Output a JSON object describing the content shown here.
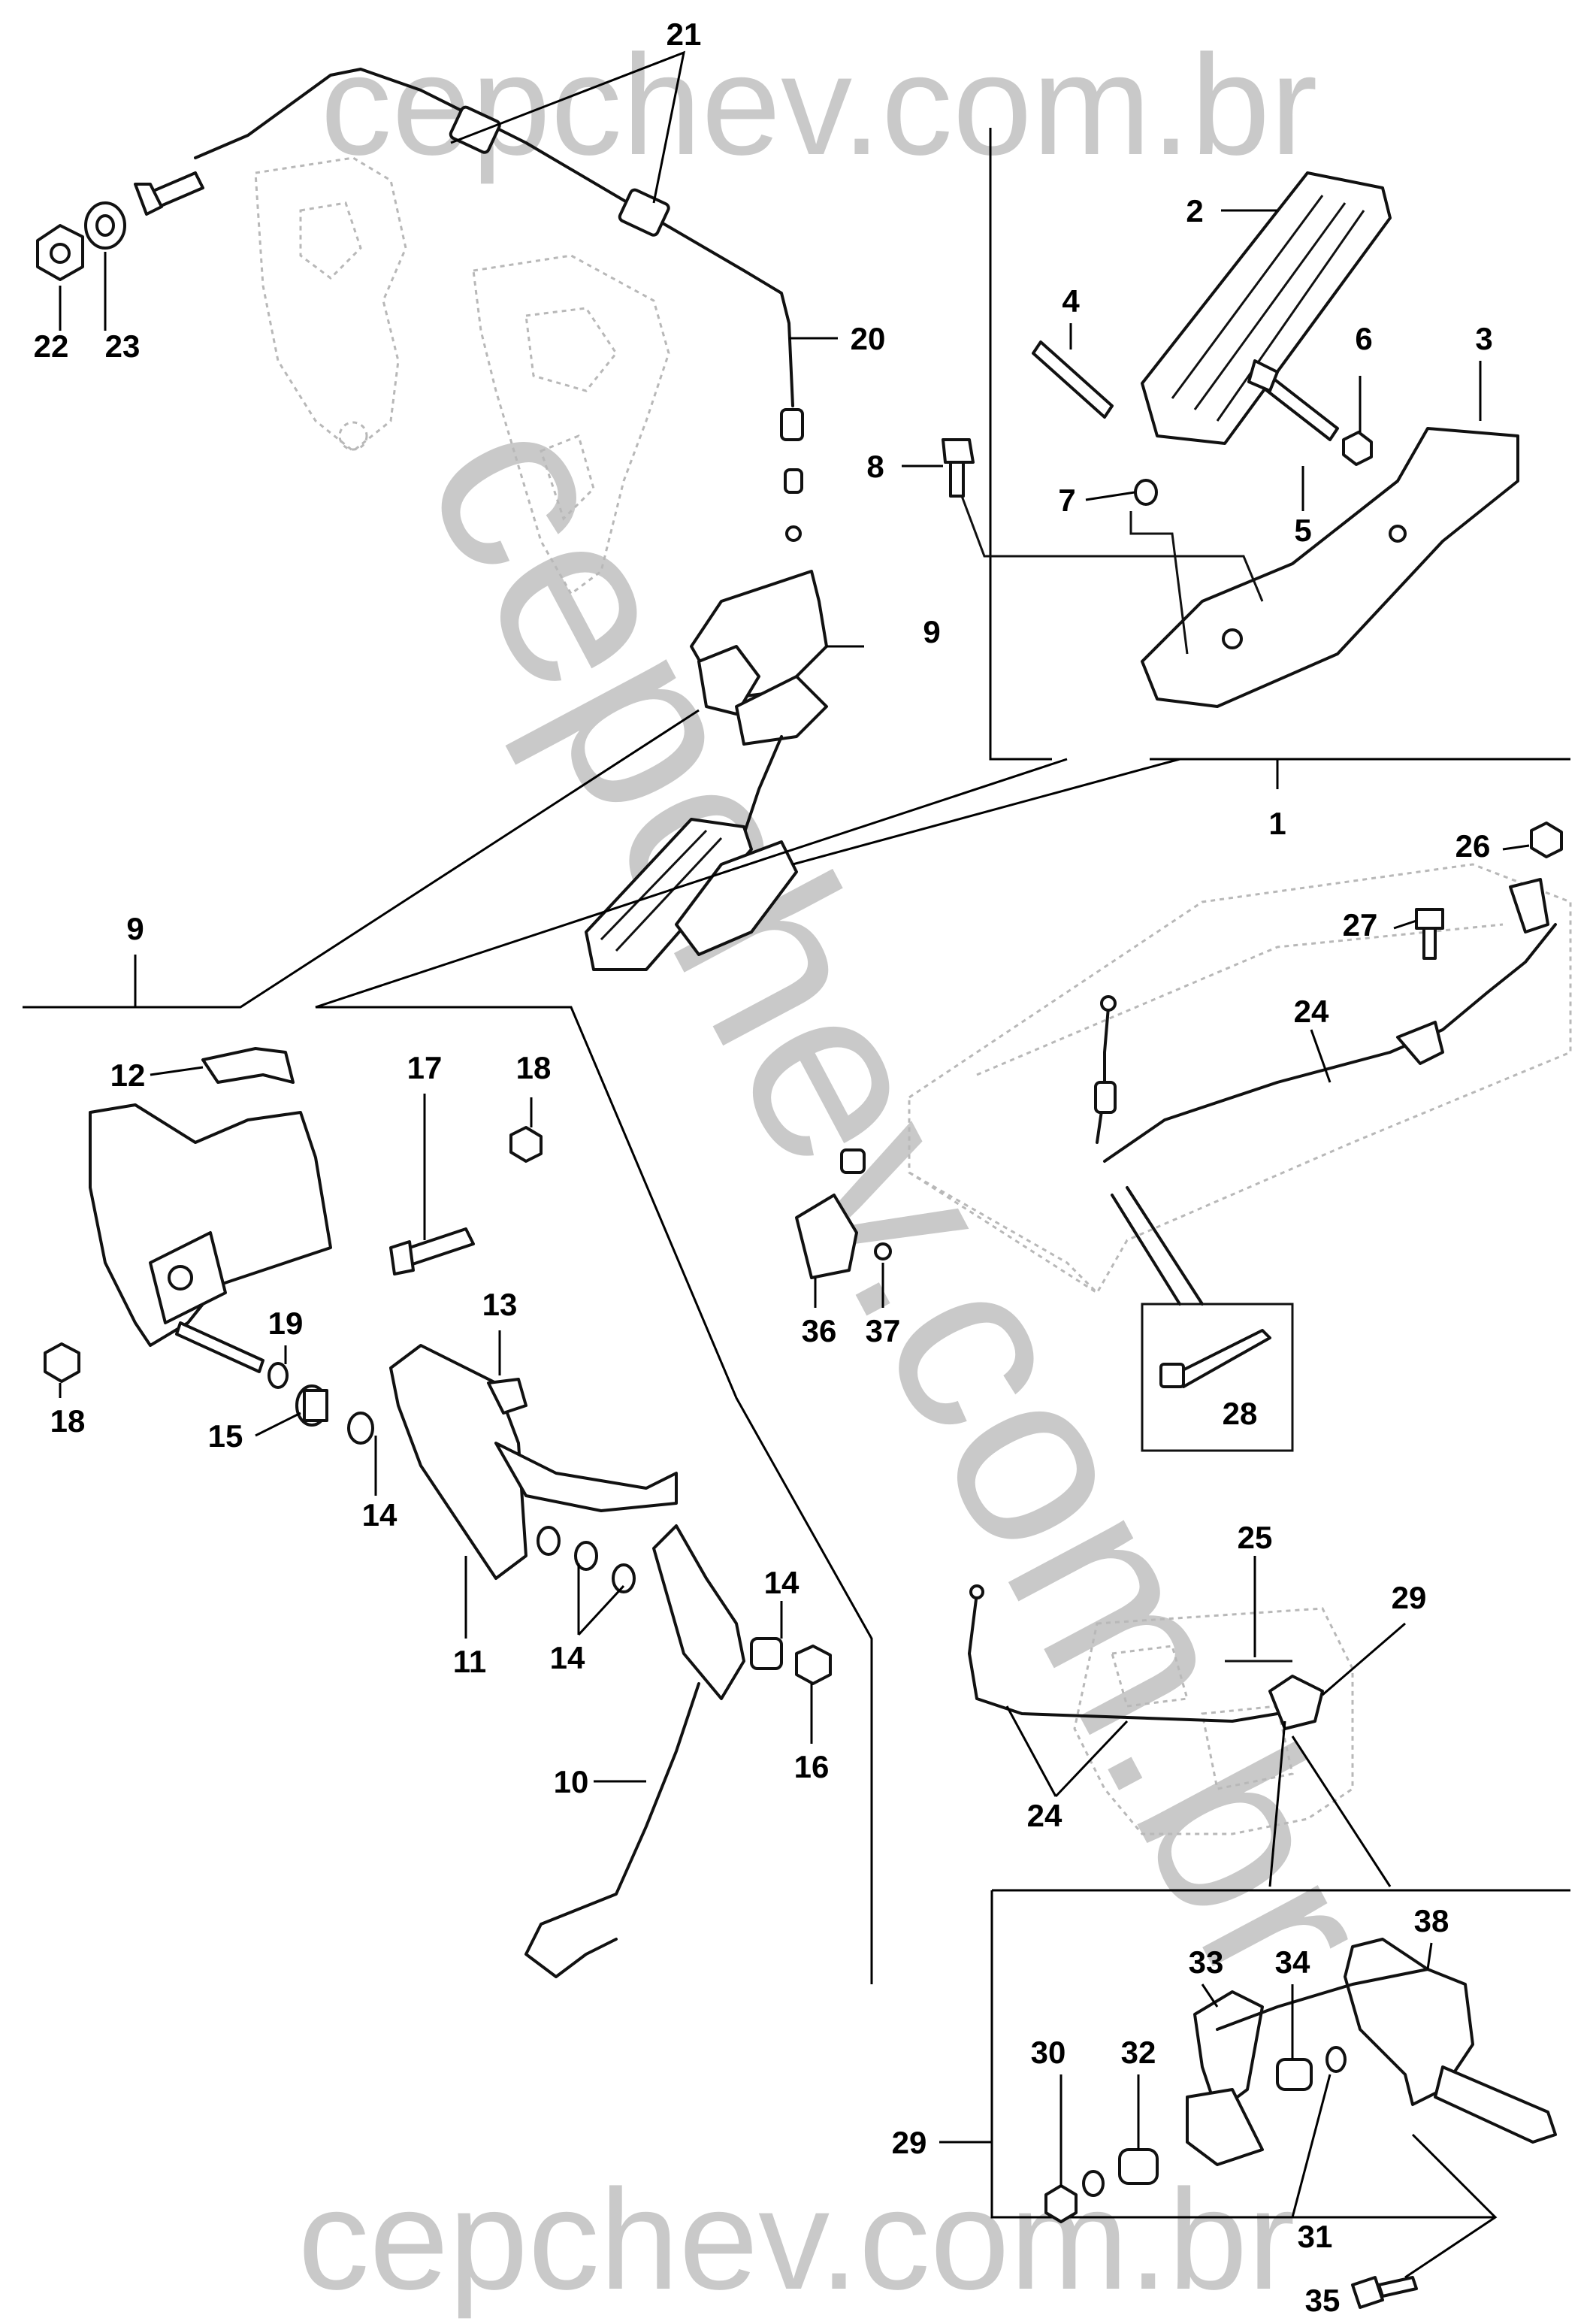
{
  "watermarks": {
    "top": "cepchev.com.br",
    "bottom": "cepchev.com.br",
    "diagonal": "cepchev.com.br"
  },
  "callouts": [
    {
      "id": "c1",
      "label": "1"
    },
    {
      "id": "c2",
      "label": "2"
    },
    {
      "id": "c3",
      "label": "3"
    },
    {
      "id": "c4",
      "label": "4"
    },
    {
      "id": "c5",
      "label": "5"
    },
    {
      "id": "c6",
      "label": "6"
    },
    {
      "id": "c7",
      "label": "7"
    },
    {
      "id": "c8",
      "label": "8"
    },
    {
      "id": "c9a",
      "label": "9"
    },
    {
      "id": "c9b",
      "label": "9"
    },
    {
      "id": "c10",
      "label": "10"
    },
    {
      "id": "c11",
      "label": "11"
    },
    {
      "id": "c12",
      "label": "12"
    },
    {
      "id": "c13",
      "label": "13"
    },
    {
      "id": "c14a",
      "label": "14"
    },
    {
      "id": "c14b",
      "label": "14"
    },
    {
      "id": "c14c",
      "label": "14"
    },
    {
      "id": "c15",
      "label": "15"
    },
    {
      "id": "c16",
      "label": "16"
    },
    {
      "id": "c17",
      "label": "17"
    },
    {
      "id": "c18a",
      "label": "18"
    },
    {
      "id": "c18b",
      "label": "18"
    },
    {
      "id": "c19",
      "label": "19"
    },
    {
      "id": "c20",
      "label": "20"
    },
    {
      "id": "c21",
      "label": "21"
    },
    {
      "id": "c22",
      "label": "22"
    },
    {
      "id": "c23",
      "label": "23"
    },
    {
      "id": "c24a",
      "label": "24"
    },
    {
      "id": "c24b",
      "label": "24"
    },
    {
      "id": "c25",
      "label": "25"
    },
    {
      "id": "c26",
      "label": "26"
    },
    {
      "id": "c27",
      "label": "27"
    },
    {
      "id": "c28",
      "label": "28"
    },
    {
      "id": "c29a",
      "label": "29"
    },
    {
      "id": "c29b",
      "label": "29"
    },
    {
      "id": "c30",
      "label": "30"
    },
    {
      "id": "c31",
      "label": "31"
    },
    {
      "id": "c32",
      "label": "32"
    },
    {
      "id": "c33",
      "label": "33"
    },
    {
      "id": "c34",
      "label": "34"
    },
    {
      "id": "c35",
      "label": "35"
    },
    {
      "id": "c36",
      "label": "36"
    },
    {
      "id": "c37",
      "label": "37"
    },
    {
      "id": "c38",
      "label": "38"
    }
  ]
}
